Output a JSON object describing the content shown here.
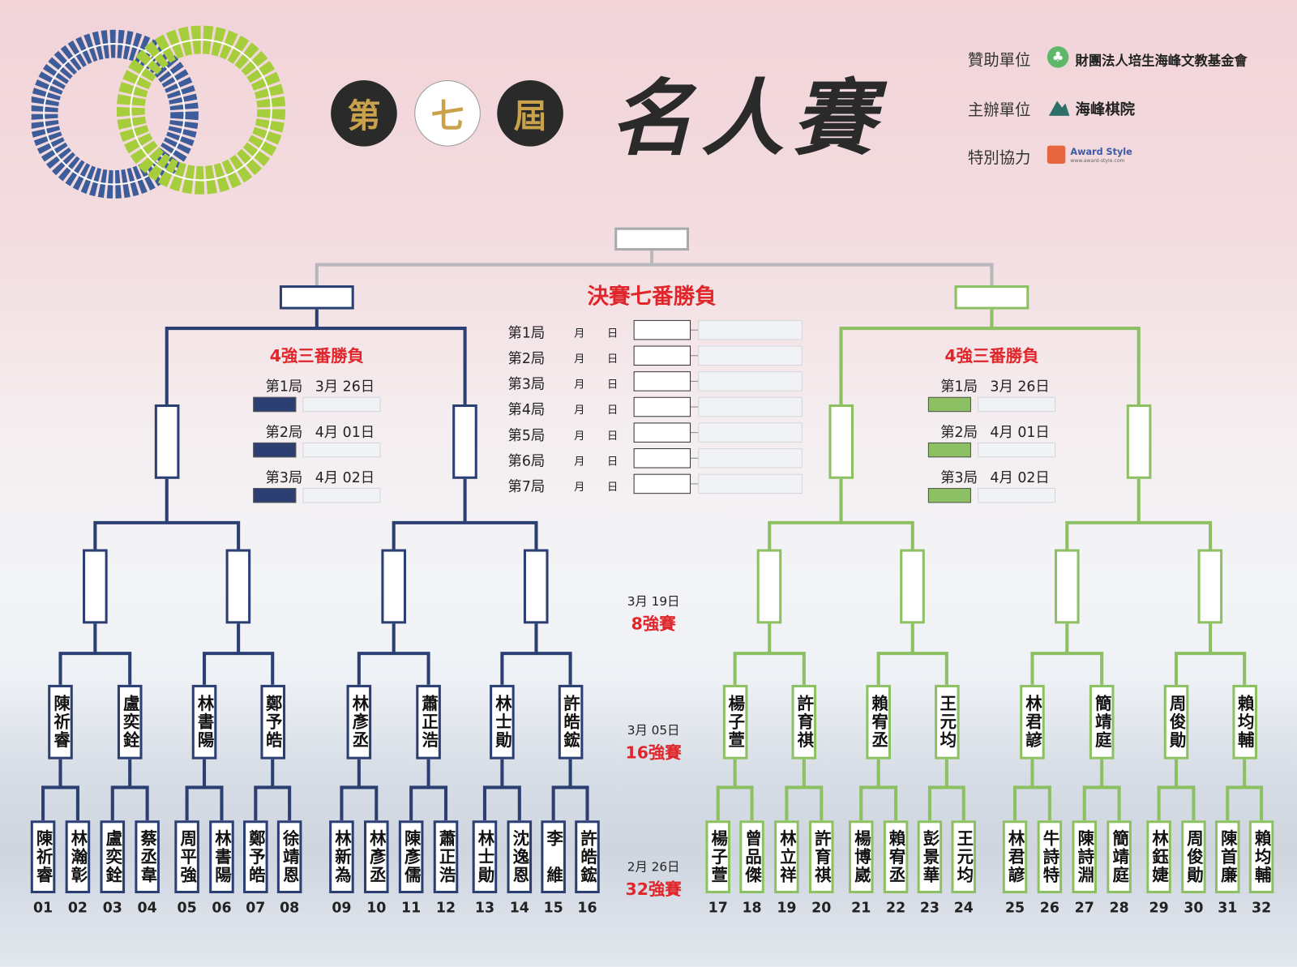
{
  "header": {
    "edition": [
      "第",
      "七",
      "屆"
    ],
    "title": "名人賽",
    "sponsors": [
      {
        "role": "贊助單位",
        "name": "財團法人培生海峰文教基金會"
      },
      {
        "role": "主辦單位",
        "name": "海峰棋院"
      },
      {
        "role": "特別協力",
        "name": "Award Style",
        "sub": "www.award-style.com"
      }
    ]
  },
  "colors": {
    "left": "#2c3f73",
    "right": "#8cc063",
    "red": "#e0262a"
  },
  "final": {
    "title": "決賽七番勝負",
    "month": "月",
    "day": "日",
    "games": [
      "第1局",
      "第2局",
      "第3局",
      "第4局",
      "第5局",
      "第6局",
      "第7局"
    ]
  },
  "semis": [
    {
      "title": "4強三番勝負",
      "games": [
        {
          "label": "第1局",
          "date": "3月 26日"
        },
        {
          "label": "第2局",
          "date": "4月 01日"
        },
        {
          "label": "第3局",
          "date": "4月 02日"
        }
      ]
    },
    {
      "title": "4強三番勝負",
      "games": [
        {
          "label": "第1局",
          "date": "3月 26日"
        },
        {
          "label": "第2局",
          "date": "4月 01日"
        },
        {
          "label": "第3局",
          "date": "4月 02日"
        }
      ]
    }
  ],
  "rounds": {
    "qf": {
      "date": "3月 19日",
      "name": "8強賽"
    },
    "r16": {
      "date": "3月 05日",
      "name": "16強賽"
    },
    "r32": {
      "date": "2月 26日",
      "name": "32強賽"
    }
  },
  "round16": [
    "陳祈睿",
    "盧奕銓",
    "林書陽",
    "鄭予皓",
    "林彥丞",
    "蕭正浩",
    "林士勛",
    "許皓鋐",
    "楊子萱",
    "許育祺",
    "賴宥丞",
    "王元均",
    "林君諺",
    "簡靖庭",
    "周俊勛",
    "賴均輔"
  ],
  "round32": [
    {
      "seed": "01",
      "name": "陳祈睿"
    },
    {
      "seed": "02",
      "name": "林瀚彰"
    },
    {
      "seed": "03",
      "name": "盧奕銓"
    },
    {
      "seed": "04",
      "name": "蔡丞韋"
    },
    {
      "seed": "05",
      "name": "周平強"
    },
    {
      "seed": "06",
      "name": "林書陽"
    },
    {
      "seed": "07",
      "name": "鄭予皓"
    },
    {
      "seed": "08",
      "name": "徐靖恩"
    },
    {
      "seed": "09",
      "name": "林新為"
    },
    {
      "seed": "10",
      "name": "林彥丞"
    },
    {
      "seed": "11",
      "name": "陳彥儒"
    },
    {
      "seed": "12",
      "name": "蕭正浩"
    },
    {
      "seed": "13",
      "name": "林士勛"
    },
    {
      "seed": "14",
      "name": "沈逸恩"
    },
    {
      "seed": "15",
      "name": "李　維"
    },
    {
      "seed": "16",
      "name": "許皓鋐"
    },
    {
      "seed": "17",
      "name": "楊子萱"
    },
    {
      "seed": "18",
      "name": "曾品傑"
    },
    {
      "seed": "19",
      "name": "林立祥"
    },
    {
      "seed": "20",
      "name": "許育祺"
    },
    {
      "seed": "21",
      "name": "楊博崴"
    },
    {
      "seed": "22",
      "name": "賴宥丞"
    },
    {
      "seed": "23",
      "name": "彭景華"
    },
    {
      "seed": "24",
      "name": "王元均"
    },
    {
      "seed": "25",
      "name": "林君諺"
    },
    {
      "seed": "26",
      "name": "牛詩特"
    },
    {
      "seed": "27",
      "name": "陳詩淵"
    },
    {
      "seed": "28",
      "name": "簡靖庭"
    },
    {
      "seed": "29",
      "name": "林鈺婕"
    },
    {
      "seed": "30",
      "name": "周俊勛"
    },
    {
      "seed": "31",
      "name": "陳首廉"
    },
    {
      "seed": "32",
      "name": "賴均輔"
    }
  ]
}
